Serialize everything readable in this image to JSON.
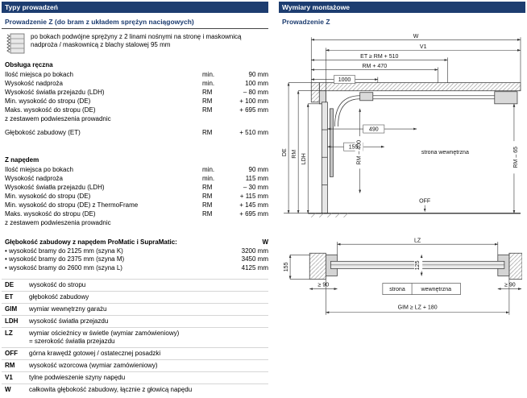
{
  "left": {
    "header": "Typy prowadzeń",
    "title": "Prowadzenie Z (do bram z układem sprężyn naciągowych)",
    "intro": "po bokach podwójne sprężyny z 2 linami nośnymi na stronę i maskownicą nadproża / maskownicą z blachy stalowej 95 mm",
    "manual": {
      "title": "Obsługa ręczna",
      "rows": [
        {
          "label": "Ilość miejsca po bokach",
          "ref": "min.",
          "value": "90 mm"
        },
        {
          "label": "Wysokość nadproża",
          "ref": "min.",
          "value": "100 mm"
        },
        {
          "label": "Wysokość światła przejazdu (LDH)",
          "ref": "RM",
          "value": "– 80 mm"
        },
        {
          "label": "Min. wysokość do stropu (DE)",
          "ref": "RM",
          "value": "+ 100 mm"
        },
        {
          "label": "Maks. wysokość do stropu (DE)",
          "ref": "RM",
          "value": "+ 695 mm"
        },
        {
          "label": "z zestawem podwieszenia prowadnic",
          "ref": "",
          "value": ""
        },
        {
          "label": "Głębokość zabudowy (ET)",
          "ref": "RM",
          "value": "+ 510 mm"
        }
      ]
    },
    "powered": {
      "title": "Z napędem",
      "rows": [
        {
          "label": "Ilość miejsca po bokach",
          "ref": "min.",
          "value": "90 mm"
        },
        {
          "label": "Wysokość nadproża",
          "ref": "min.",
          "value": "115 mm"
        },
        {
          "label": "Wysokość światła przejazdu (LDH)",
          "ref": "RM",
          "value": "– 30 mm"
        },
        {
          "label": "Min. wysokość do stropu (DE)",
          "ref": "RM",
          "value": "+ 115 mm"
        },
        {
          "label": "Min. wysokość do stropu (DE) z ThermoFrame",
          "ref": "RM",
          "value": "+ 145 mm"
        },
        {
          "label": "Maks. wysokość do stropu (DE)",
          "ref": "RM",
          "value": "+ 695 mm"
        },
        {
          "label": "z zestawem podwieszenia prowadnic",
          "ref": "",
          "value": ""
        }
      ]
    },
    "depth": {
      "title": "Głębokość zabudowy z napędem ProMatic i SupraMatic:",
      "col": "W",
      "items": [
        {
          "label": "•  wysokość bramy do 2125 mm (szyna K)",
          "value": "3200 mm"
        },
        {
          "label": "•  wysokość bramy do 2375 mm (szyna M)",
          "value": "3450 mm"
        },
        {
          "label": "•  wysokość bramy do 2600 mm (szyna L)",
          "value": "4125 mm"
        }
      ]
    },
    "legend": [
      {
        "key": "DE",
        "text": "wysokość do stropu"
      },
      {
        "key": "ET",
        "text": "głębokość zabudowy"
      },
      {
        "key": "GIM",
        "text": "wymiar wewnętrzny garażu"
      },
      {
        "key": "LDH",
        "text": "wysokość światła przejazdu"
      },
      {
        "key": "LZ",
        "text": "wymiar ościeżnicy w świetle (wymiar zamówieniowy)",
        "text2": "= szerokość światła przejazdu"
      },
      {
        "key": "OFF",
        "text": "górna krawędź gotowej / ostatecznej posadzki"
      },
      {
        "key": "RM",
        "text": "wysokość wzorcowa (wymiar zamówieniowy)"
      },
      {
        "key": "V1",
        "text": "tylne podwieszenie szyny napędu"
      },
      {
        "key": "W",
        "text": "całkowita głębokość zabudowy, łącznie z głowicą napędu"
      }
    ]
  },
  "right": {
    "header": "Wymiary montażowe",
    "title": "Prowadzenie Z",
    "side": {
      "w": "W",
      "v1": "V1",
      "et": "ET ≥ RM + 510",
      "rm470": "RM + 470",
      "d1000": "1000",
      "d490": "490",
      "d155": "155",
      "de": "DE",
      "rm": "RM",
      "ldh": "LDH",
      "rm400": "RM – 400",
      "rm65": "RM – 65",
      "inner": "strona wewnętrzna",
      "off": "OFF"
    },
    "top": {
      "lz": "LZ",
      "d125": "125",
      "d155": "155",
      "ge90l": "≥ 90",
      "ge90r": "≥ 90",
      "strona": "strona",
      "wewnetrzna": "wewnętrzna",
      "gim": "GIM ≥ LZ + 180"
    }
  }
}
